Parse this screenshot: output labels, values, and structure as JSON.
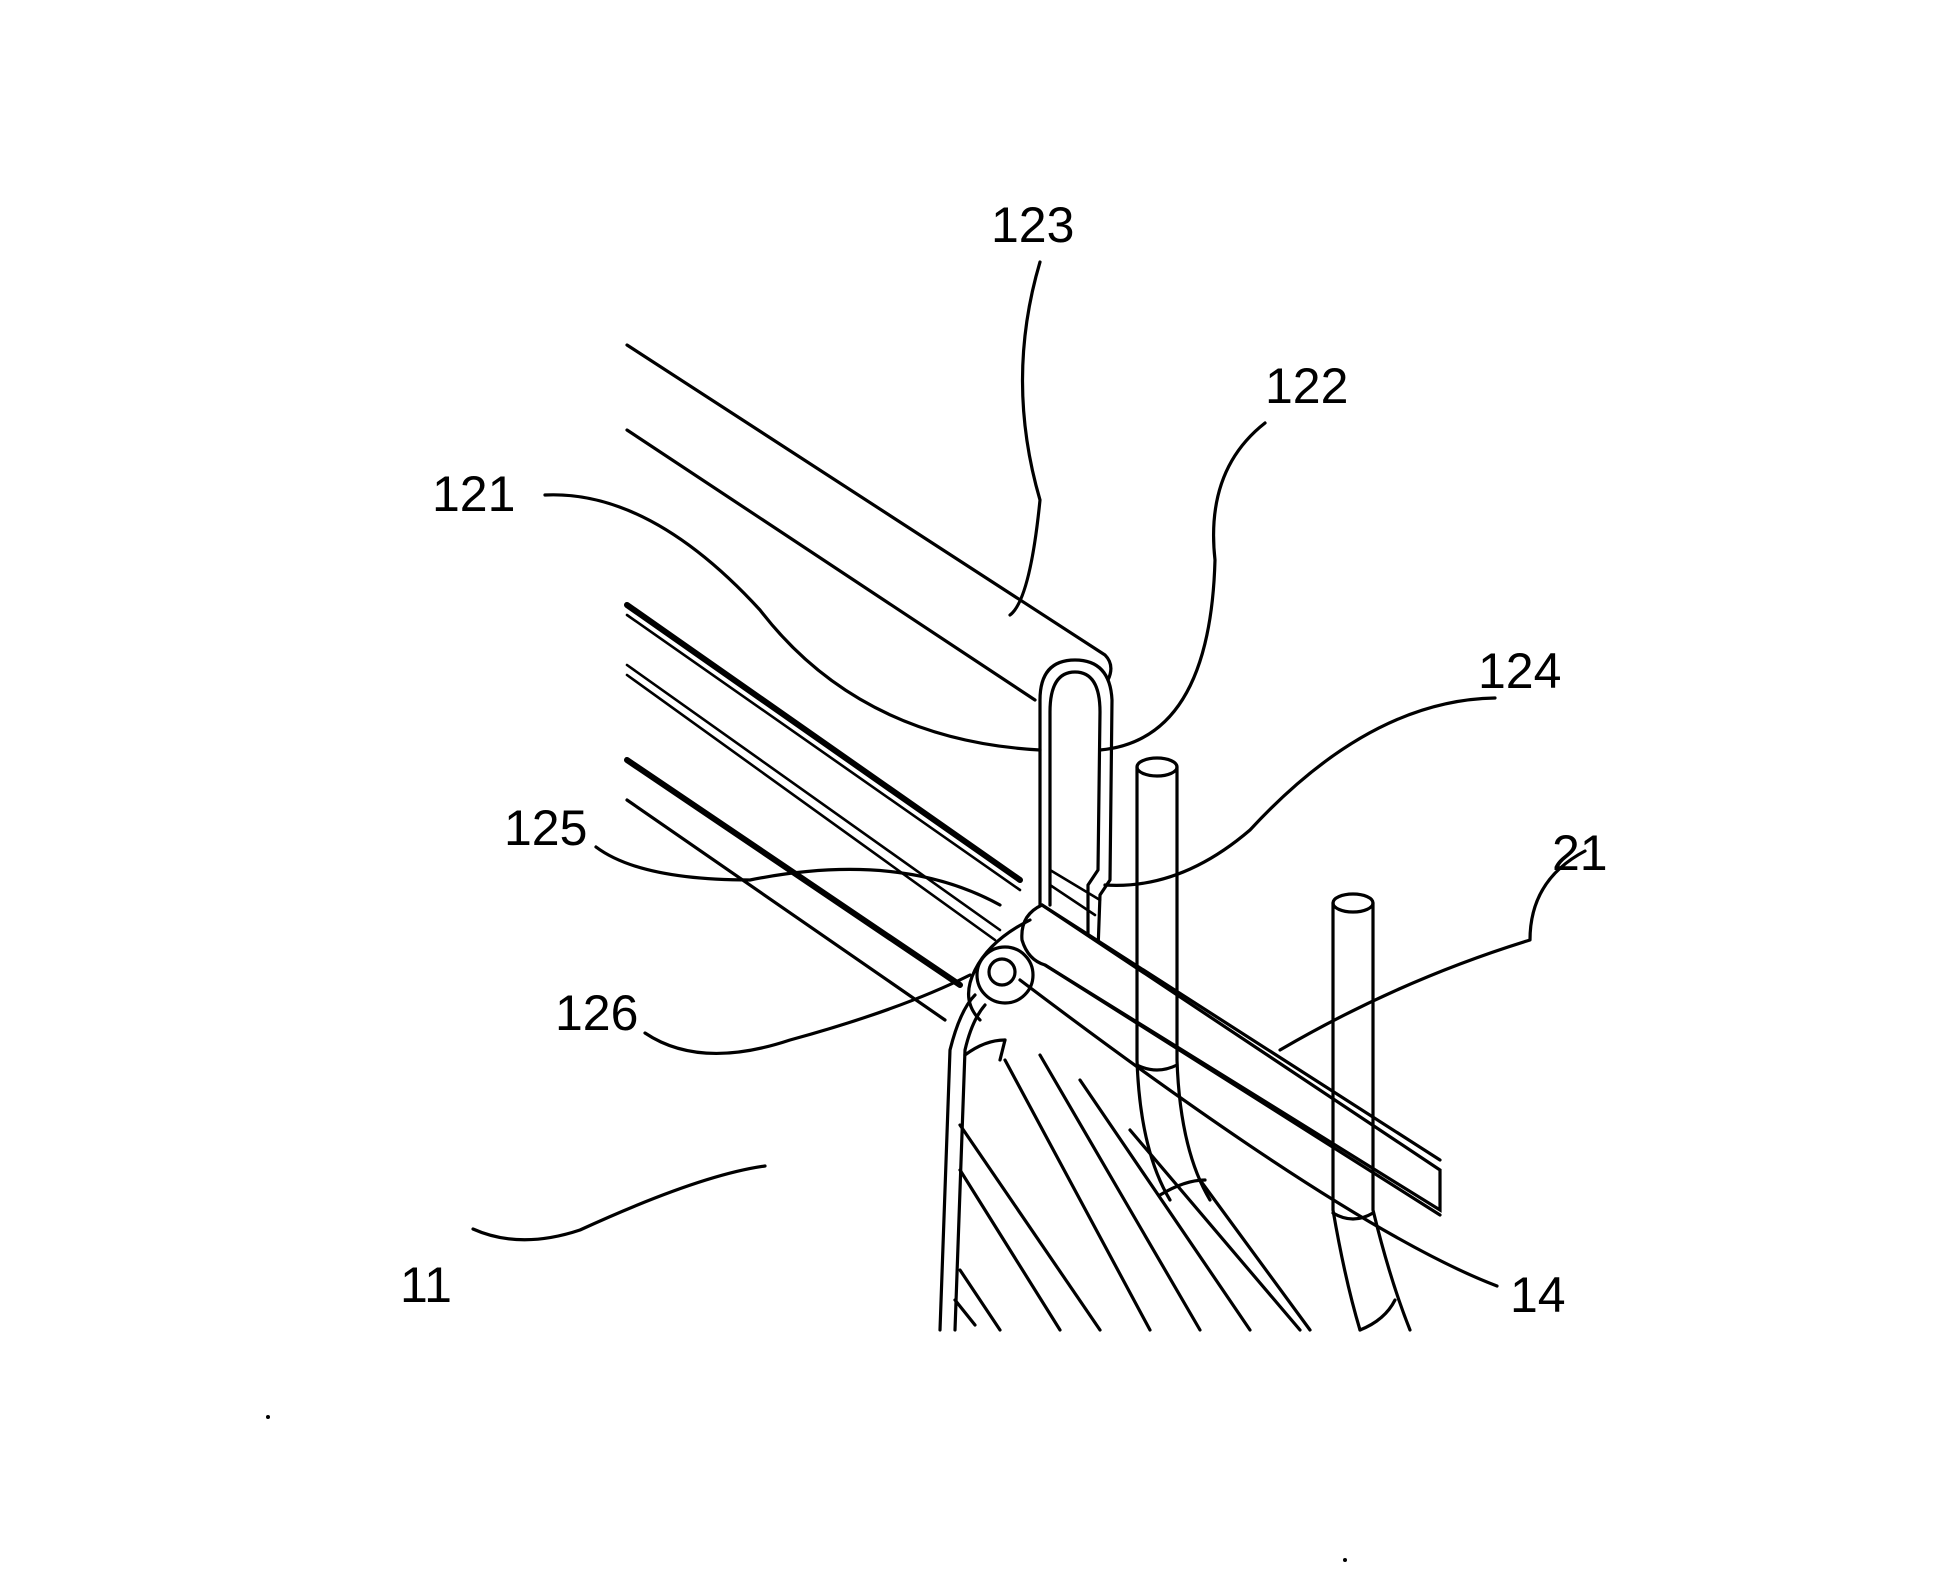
{
  "figure": {
    "type": "patent-line-drawing",
    "labels": [
      {
        "id": "label-123",
        "text": "123"
      },
      {
        "id": "label-122",
        "text": "122"
      },
      {
        "id": "label-121",
        "text": "121"
      },
      {
        "id": "label-124",
        "text": "124"
      },
      {
        "id": "label-125",
        "text": "125"
      },
      {
        "id": "label-21",
        "text": "21"
      },
      {
        "id": "label-126",
        "text": "126"
      },
      {
        "id": "label-14",
        "text": "14"
      },
      {
        "id": "label-11",
        "text": "11"
      }
    ]
  }
}
